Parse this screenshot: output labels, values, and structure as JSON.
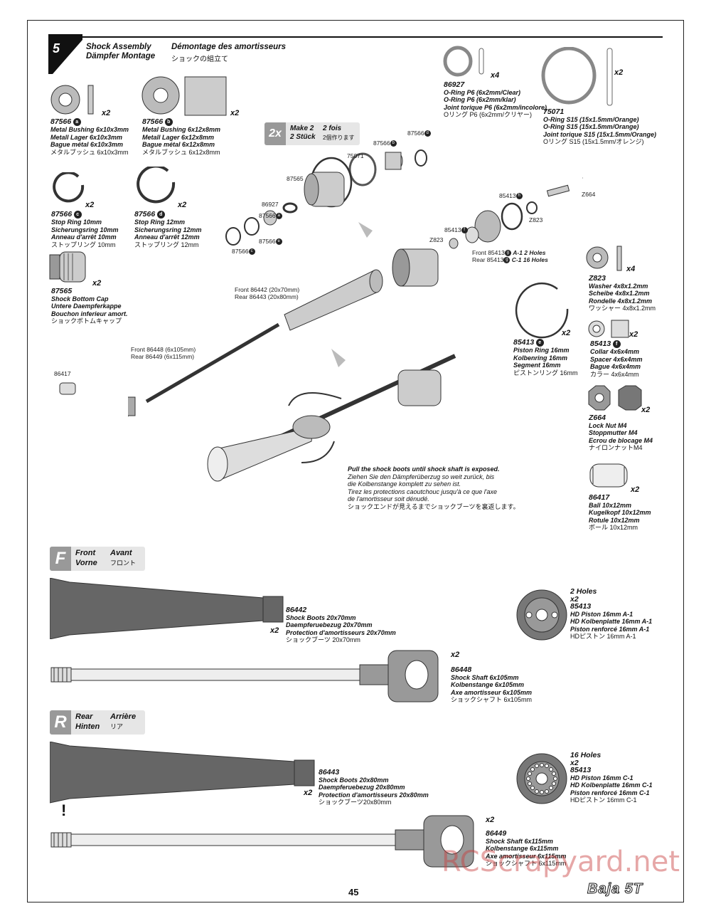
{
  "step": {
    "number": "5",
    "title_en": "Shock Assembly",
    "title_fr": "Démontage des amortisseurs",
    "title_de": "Dämpfer Montage",
    "title_jp": "ショックの組立て"
  },
  "make2": {
    "qty": "2x",
    "en": "Make 2",
    "fr": "2 fois",
    "de": "2 Stück",
    "jp": "2個作ります"
  },
  "parts": {
    "p87566a": {
      "num": "87566",
      "badge": "a",
      "qty": "x2",
      "lines": [
        "Metal Bushing 6x10x3mm",
        "Metall Lager 6x10x3mm",
        "Bague métal 6x10x3mm"
      ],
      "jp": "メタルブッシュ 6x10x3mm"
    },
    "p87566b": {
      "num": "87566",
      "badge": "b",
      "qty": "x2",
      "lines": [
        "Metal Bushing 6x12x8mm",
        "Metall Lager 6x12x8mm",
        "Bague métal 6x12x8mm"
      ],
      "jp": "メタルブッシュ 6x12x8mm"
    },
    "p87566c": {
      "num": "87566",
      "badge": "c",
      "qty": "x2",
      "lines": [
        "Stop Ring 10mm",
        "Sicherungsring 10mm",
        "Anneau d'arrêt 10mm"
      ],
      "jp": "ストップリング 10mm"
    },
    "p87566d": {
      "num": "87566",
      "badge": "d",
      "qty": "x2",
      "lines": [
        "Stop Ring 12mm",
        "Sicherungsring 12mm",
        "Anneau d'arrêt 12mm"
      ],
      "jp": "ストップリング 12mm"
    },
    "p87565": {
      "num": "87565",
      "qty": "x2",
      "lines": [
        "Shock Bottom Cap",
        "Untere Daempferkappe",
        "Bouchon inferieur amort."
      ],
      "jp": "ショックボトムキャップ"
    },
    "p86927": {
      "num": "86927",
      "qty": "x4",
      "lines": [
        "O-Ring P6 (6x2mm/Clear)",
        "O-Ring P6 (6x2mm/klar)",
        "Joint torique P6 (6x2mm/incolore)"
      ],
      "jp": "Oリング P6 (6x2mm/クリヤー)"
    },
    "p75071": {
      "num": "75071",
      "qty": "x2",
      "lines": [
        "O-Ring S15 (15x1.5mm/Orange)",
        "O-Ring S15 (15x1.5mm/Orange)",
        "Joint torique S15 (15x1.5mm/Orange)"
      ],
      "jp": "Oリング S15 (15x1.5mm/オレンジ)"
    },
    "pZ823": {
      "num": "Z823",
      "qty": "x4",
      "lines": [
        "Washer 4x8x1.2mm",
        "Scheibe 4x8x1.2mm",
        "Rondelle 4x8x1.2mm"
      ],
      "jp": "ワッシャー 4x8x1.2mm"
    },
    "p85413": {
      "num": "85413",
      "badge": "e",
      "qty": "x2",
      "lines": [
        "Piston Ring 16mm",
        "Kolbenring 16mm",
        "Segment 16mm"
      ],
      "jp": "ピストンリング 16mm"
    },
    "p85413f": {
      "num": "85413",
      "badge": "f",
      "qty": "x2",
      "lines": [
        "Collar 4x6x4mm",
        "Spacer 4x6x4mm",
        "Bague 4x6x4mm"
      ],
      "jp": "カラー 4x6x4mm"
    },
    "pZ664": {
      "num": "Z664",
      "qty": "x2",
      "lines": [
        "Lock Nut M4",
        "Stoppmutter M4",
        "Ecrou de blocage M4"
      ],
      "jp": "ナイロンナットM4"
    },
    "p86417": {
      "num": "86417",
      "qty": "x2",
      "lines": [
        "Ball 10x12mm",
        "Kugelkopf 10x12mm",
        "Rotule 10x12mm"
      ],
      "jp": "ボール 10x12mm"
    }
  },
  "callouts": {
    "c87566b": "87566",
    "c87566a": "87566",
    "c75071": "75071",
    "c87565": "87565",
    "c86927": "86927",
    "c87566c_top": "87566",
    "c87566c": "87566",
    "c87566e": "87566",
    "c85413_top": "85413",
    "cZ664": "Z664",
    "cZ823a": "Z823",
    "c85413b": "85413",
    "cZ823b": "Z823",
    "front_piston": "Front 85413",
    "front_piston_desc": "A-1 2 Holes",
    "rear_piston": "Rear 85413",
    "rear_piston_desc": "C-1 16 Holes",
    "front_boot": "Front 86442 (20x70mm)",
    "rear_boot": "Rear 86443 (20x80mm)",
    "front_shaft": "Front 86448 (6x105mm)",
    "rear_shaft": "Rear 86449 (6x115mm)",
    "c86417": "86417"
  },
  "instruction": {
    "en": "Pull the shock boots until shock shaft is exposed.",
    "de1": "Ziehen Sie den Dämpferüberzug so weit zurück, bis",
    "de2": "die Kolbenstange komplett zu sehen ist.",
    "fr1": "Tirez les protections caoutchouc jusqu'à ce que l'axe",
    "fr2": "de l'amortisseur soit dénudé.",
    "jp": "ショックエンドが見えるまでショックブーツを裏返します。"
  },
  "front": {
    "letter": "F",
    "en": "Front",
    "fr": "Avant",
    "de": "Vorne",
    "jp": "フロント",
    "boot": {
      "num": "86442",
      "qty": "x2",
      "lines": [
        "Shock Boots 20x70mm",
        "Daempferuebezug 20x70mm",
        "Protection d'amortisseurs 20x70mm"
      ],
      "jp": "ショックブーツ 20x70mm"
    },
    "shaft": {
      "num": "86448",
      "qty": "x2",
      "lines": [
        "Shock Shaft 6x105mm",
        "Kolbenstange 6x105mm",
        "Axe amortisseur 6x105mm"
      ],
      "jp": "ショックシャフト 6x105mm"
    },
    "piston": {
      "holes": "2 Holes",
      "qty": "x2",
      "num": "85413",
      "lines": [
        "HD Piston 16mm A-1",
        "HD Kolbenplatte 16mm A-1",
        "Piston renforcé 16mm A-1"
      ],
      "jp": "HDピストン 16mm A-1"
    }
  },
  "rear": {
    "letter": "R",
    "en": "Rear",
    "fr": "Arrière",
    "de": "Hinten",
    "jp": "リア",
    "boot": {
      "num": "86443",
      "qty": "x2",
      "lines": [
        "Shock Boots 20x80mm",
        "Daempferuebezug 20x80mm",
        "Protection d'amortisseurs 20x80mm"
      ],
      "jp": "ショックブーツ20x80mm"
    },
    "shaft": {
      "num": "86449",
      "qty": "x2",
      "lines": [
        "Shock Shaft 6x115mm",
        "Kolbenstange 6x115mm",
        "Axe amortisseur 6x115mm"
      ],
      "jp": "ショックシャフト 6x115mm"
    },
    "piston": {
      "holes": "16 Holes",
      "qty": "x2",
      "num": "85413",
      "lines": [
        "HD Piston 16mm C-1",
        "HD Kolbenplatte 16mm C-1",
        "Piston renforcé 16mm C-1"
      ],
      "jp": "HDピストン 16mm C-1"
    }
  },
  "footer": {
    "page": "45",
    "logo": "Baja 5T",
    "watermark": "RCScrapyard.net"
  }
}
